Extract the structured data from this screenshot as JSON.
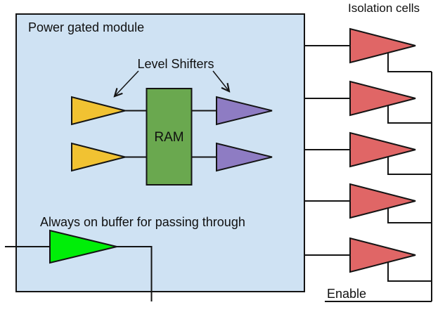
{
  "labels": {
    "module_title": "Power gated module",
    "level_shifters": "Level Shifters",
    "ram": "RAM",
    "always_on_buffer": "Always on buffer for passing through",
    "isolation_cells": "Isolation cells",
    "enable": "Enable"
  },
  "colors": {
    "module_fill": "#cfe2f3",
    "input_level_shifter_fill": "#f1c232",
    "output_level_shifter_fill": "#8e7cc3",
    "ram_fill": "#6aa84f",
    "always_on_buffer_fill": "#00ee08",
    "isolation_cell_fill": "#e06666",
    "outline": "#141414"
  },
  "counts": {
    "input_level_shifters": 2,
    "output_level_shifters": 2,
    "isolation_cells": 5
  }
}
